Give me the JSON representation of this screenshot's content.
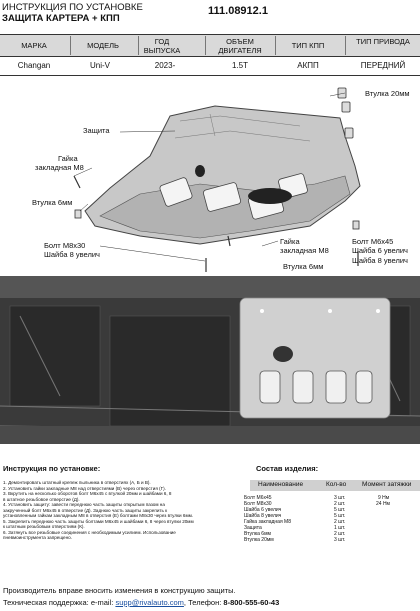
{
  "header": {
    "title_line1": "ИНСТРУКЦИЯ ПО УСТАНОВКЕ",
    "title_line2": "ЗАЩИТА КАРТЕРА + КПП",
    "code": "111.08912.1"
  },
  "spec_table": {
    "headers": [
      "МАРКА",
      "МОДЕЛЬ",
      "ГОД ВЫПУСКА",
      "ОБЪЕМ ДВИГАТЕЛЯ",
      "ТИП КПП",
      "ТИП ПРИВОДА"
    ],
    "values": [
      "Changan",
      "Uni-V",
      "2023-",
      "1.5T",
      "АКПП",
      "ПЕРЕДНИЙ"
    ]
  },
  "diagram_labels": {
    "vtulka20": "Втулка 20мм",
    "zashchita": "Защита",
    "gaika_m8_left_1": "Гайка",
    "gaika_m8_left_2": "закладная М8",
    "vtulka6_left": "Втулка 6мм",
    "bolt_m8_1": "Болт М8х30",
    "bolt_m8_2": "Шайба 8 увелич",
    "gaika_m8_right_1": "Гайка",
    "gaika_m8_right_2": "закладная М8",
    "vtulka6_right": "Втулка 6мм",
    "bolt_m6_1": "Болт М6х45",
    "bolt_m6_2": "Шайба 6 увелич",
    "bolt_m6_3": "Шайба 8 увелич"
  },
  "instructions": {
    "title": "Инструкция по установке:",
    "steps": [
      "1. Демонтировать штатный крепеж пыльника в отверстиях (А, Б и В).",
      "2. Установить гайки закладные М8 над отверстиями (В) через отверстия (Г).",
      "3. Вкрутить на несколько оборотов болт М6х45 с втулкой 20мм и шайбами 6, 8",
      "в штатное резьбовое отверстие (Д).",
      "4. Установить защиту: завести переднюю часть защиты открытым пазом на",
      "закрученный болт М6х45 в отверстие (Д). Заднюю часть защиты закрепить к",
      "установленным гайкам закладным М8 в отверстия (Е) болтами М8х30 через втулки 6мм.",
      "5. Закрепить переднюю часть защиты болтами М6х45 и шайбами 6, 8 через втулки 20мм",
      "к штатным резьбовым отверстиям (К).",
      "6. Затянуть все резьбовые соединения с необходимым усилием. Использование",
      "пневмоинструмента запрещено."
    ]
  },
  "parts": {
    "title": "Состав изделия:",
    "headers": [
      "Наименование",
      "Кол-во",
      "Момент затяжки"
    ],
    "rows": [
      {
        "name": "Болт М6х45",
        "qty": "3 шт.",
        "torque": "9 Нм"
      },
      {
        "name": "Болт М8х30",
        "qty": "2 шт.",
        "torque": "24 Нм"
      },
      {
        "name": "Шайба 6 увелич",
        "qty": "5 шт.",
        "torque": ""
      },
      {
        "name": "Шайба 8 увелич",
        "qty": "5 шт.",
        "torque": ""
      },
      {
        "name": "Гайка закладная М8",
        "qty": "2 шт.",
        "torque": ""
      },
      {
        "name": "Защита",
        "qty": "1 шт.",
        "torque": ""
      },
      {
        "name": "Втулка 6мм",
        "qty": "2 шт.",
        "torque": ""
      },
      {
        "name": "Втулка 20мм",
        "qty": "3 шт.",
        "torque": ""
      }
    ]
  },
  "footer": {
    "line1": "Производитель вправе вносить изменения в конструкцию защиты.",
    "support_label": "Техническая поддержка:",
    "email_label": "e-mail:",
    "email": "supp@rivalauto.com",
    "phone_label": "Телефон:",
    "phone": "8-800-555-60-43"
  },
  "colors": {
    "plate_fill": "#c8c8c8",
    "photo_bg": "#3a3a3a",
    "link": "#1a4fa0"
  }
}
